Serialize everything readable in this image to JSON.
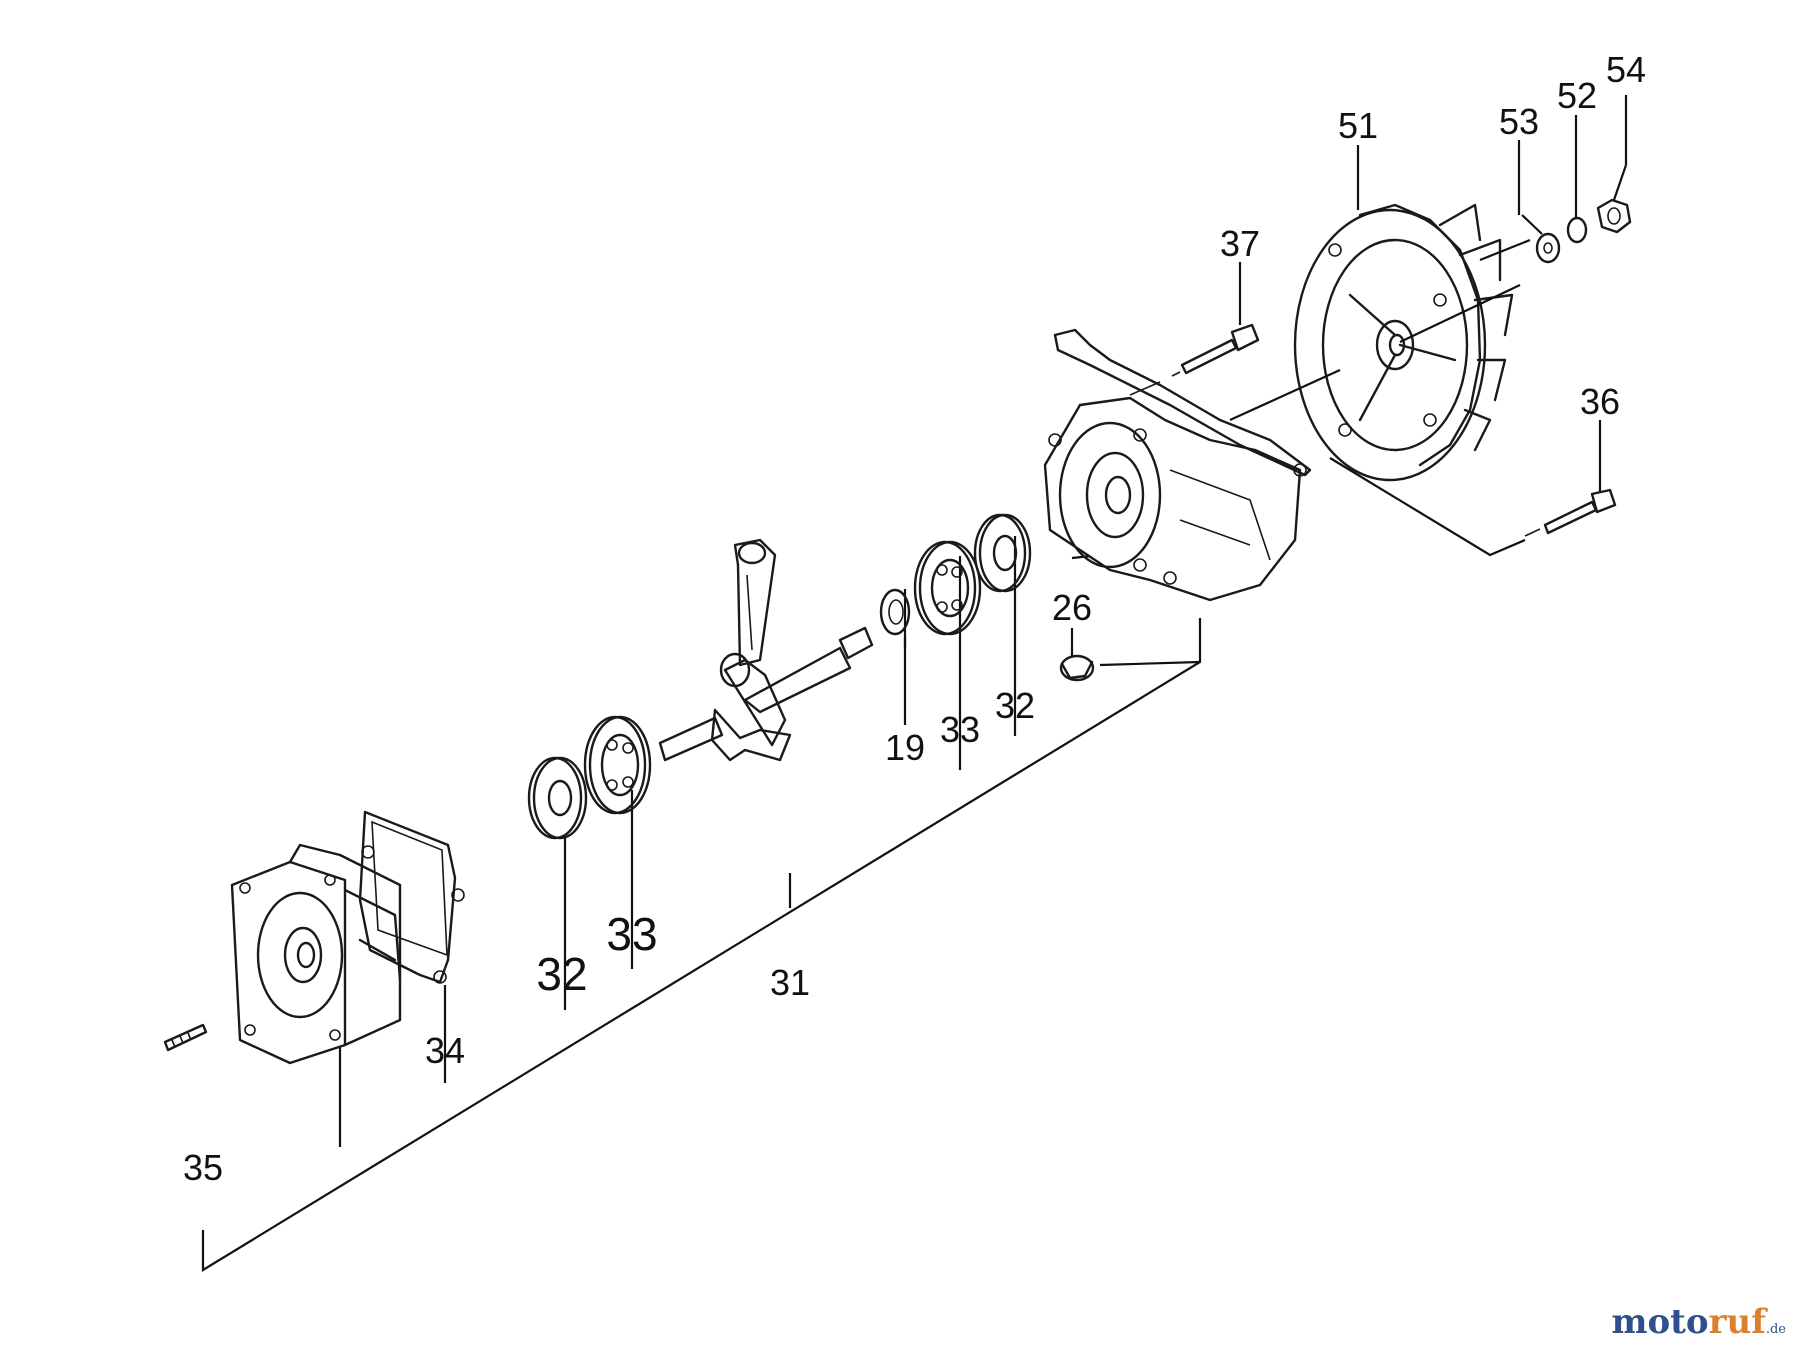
{
  "callouts": {
    "c54": "54",
    "c52": "52",
    "c53": "53",
    "c51": "51",
    "c37": "37",
    "c36": "36",
    "c26": "26",
    "c19": "19",
    "c33_upper": "33",
    "c32_upper": "32",
    "c32_lower": "32",
    "c33_lower": "33",
    "c31": "31",
    "c34": "34",
    "c35": "35"
  },
  "watermark": {
    "part_a": "moto",
    "part_b": "ruf",
    "part_c": ".de"
  },
  "colors": {
    "line": "#1a1a1a",
    "watermark_blue": "#2f4f8f",
    "watermark_orange": "#d9822b"
  }
}
